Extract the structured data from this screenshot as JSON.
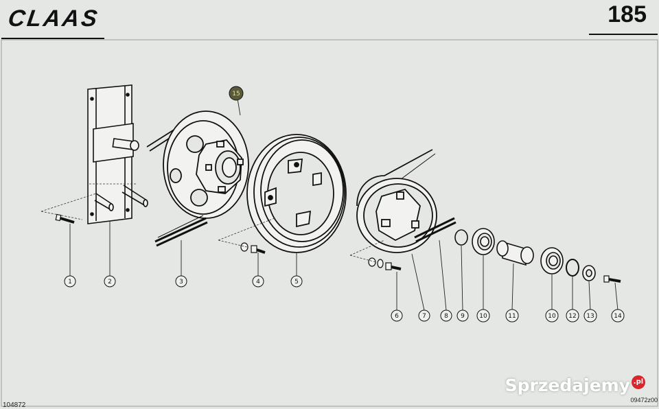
{
  "header": {
    "brand": "CLAAS",
    "page_number": "185"
  },
  "footer": {
    "drawing_number": "104872",
    "reference_code": "09472z00"
  },
  "watermark": {
    "text": "Sprzedajemy",
    "badge": ".pl",
    "badge_color": "#d8262f"
  },
  "parts": [
    {
      "label": "1"
    },
    {
      "label": "2"
    },
    {
      "label": "3"
    },
    {
      "label": "4"
    },
    {
      "label": "5"
    },
    {
      "label": "6"
    },
    {
      "label": "7"
    },
    {
      "label": "8"
    },
    {
      "label": "9"
    },
    {
      "label": "10"
    },
    {
      "label": "11"
    },
    {
      "label": "10"
    },
    {
      "label": "12"
    },
    {
      "label": "13"
    },
    {
      "label": "14"
    }
  ],
  "callout_top": {
    "label": "15"
  }
}
